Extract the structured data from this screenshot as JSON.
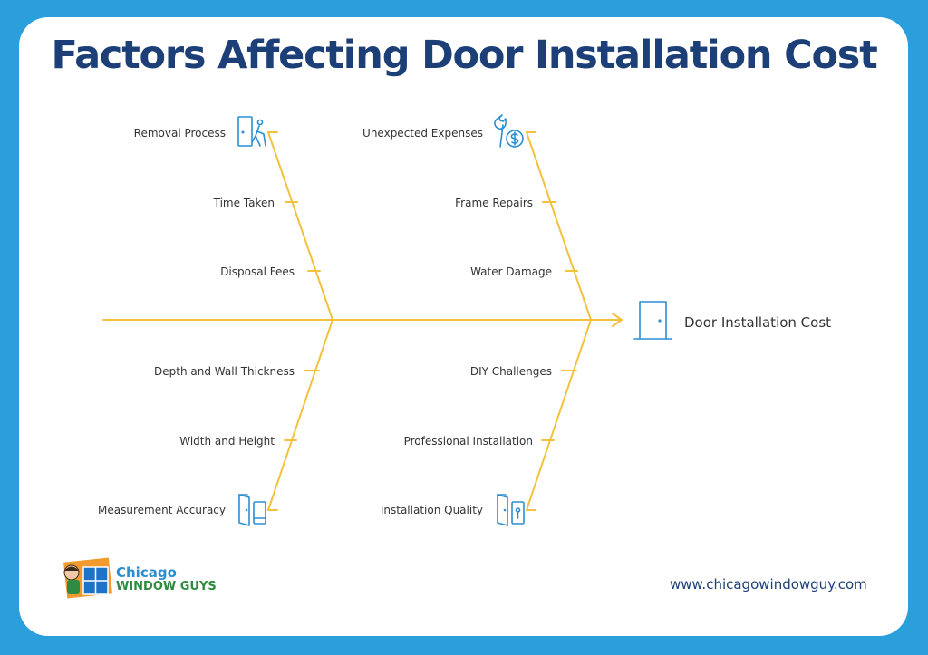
{
  "title": "Factors Affecting Door Installation Cost",
  "effect": {
    "label": "Door Installation Cost",
    "icon": "door-icon"
  },
  "causes": {
    "top_left": [
      "Removal Process",
      "Time Taken",
      "Disposal Fees"
    ],
    "top_right": [
      "Unexpected Expenses",
      "Frame Repairs",
      "Water Damage"
    ],
    "bottom_left": [
      "Depth and Wall Thickness",
      "Width and Height",
      "Measurement Accuracy"
    ],
    "bottom_right": [
      "DIY Challenges",
      "Professional Installation",
      "Installation Quality"
    ]
  },
  "icons": {
    "removal": "door-removal-icon",
    "expenses": "wrench-dollar-icon",
    "measurement": "door-measure-icon",
    "quality": "door-quality-icon"
  },
  "logo": {
    "line1": "Chicago",
    "line2": "WINDOW GUYS"
  },
  "website": "www.chicagowindowguy.com",
  "colors": {
    "background": "#2a9fdc",
    "title": "#1c3f78",
    "bones": "#f3c13b",
    "icons": "#2a8fd2",
    "logo_green": "#2e8b3f"
  }
}
